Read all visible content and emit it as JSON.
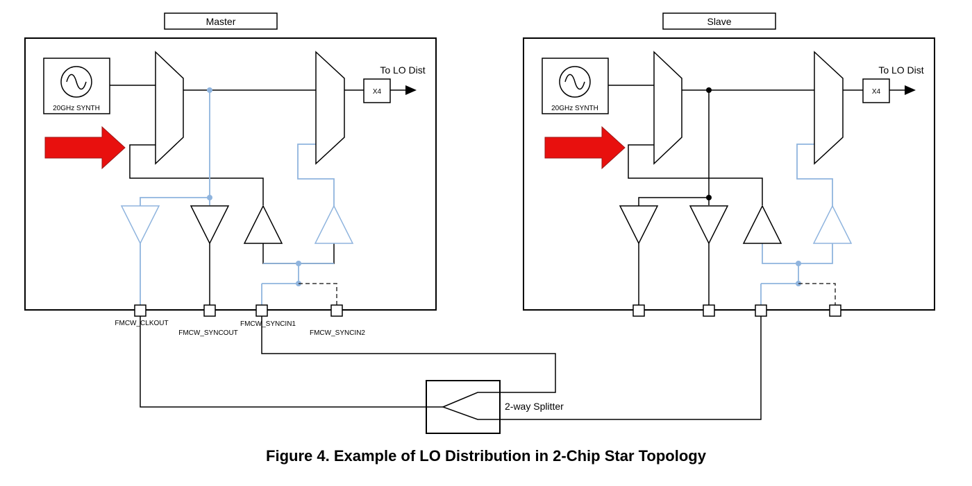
{
  "master": {
    "title": "Master",
    "synth_label": "20GHz  SYNTH",
    "lo_out_label": "To LO Dist",
    "multiplier_label": "X4",
    "pins": {
      "clkout": "FMCW_CLKOUT",
      "syncout": "FMCW_SYNCOUT",
      "syncin1": "FMCW_SYNCIN1",
      "syncin2": "FMCW_SYNCIN2"
    }
  },
  "slave": {
    "title": "Slave",
    "synth_label": "20GHz  SYNTH",
    "lo_out_label": "To LO Dist",
    "multiplier_label": "X4"
  },
  "splitter_label": "2-way Splitter",
  "caption": "Figure 4. Example of LO Distribution in 2-Chip Star Topology",
  "colors": {
    "active_path": "#8fb4de",
    "highlight_arrow": "#e8100e",
    "line": "#000000"
  },
  "icons": [
    "sine-wave-icon",
    "highlight-arrow-icon",
    "arrowhead-icon"
  ]
}
